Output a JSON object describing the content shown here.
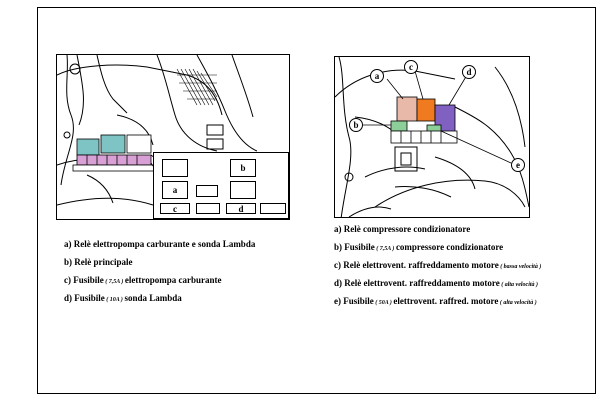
{
  "figure_left": {
    "labels": {
      "a": "a",
      "b": "b",
      "c": "c",
      "d": "d"
    }
  },
  "figure_right": {
    "callouts": {
      "a": "a",
      "b": "b",
      "c": "c",
      "d": "d",
      "e": "e"
    }
  },
  "legend_left": [
    {
      "id": "a",
      "text": "a) Relè elettropompa carburante e sonda Lambda"
    },
    {
      "id": "b",
      "text": "b) Relè principale"
    },
    {
      "id": "c",
      "before": "c) Fusibile",
      "rating": " ( 7,5A ) ",
      "after": "elettropompa carburante"
    },
    {
      "id": "d",
      "before": "d) Fusibile",
      "rating": " ( 10A ) ",
      "after": "sonda Lambda"
    }
  ],
  "legend_right": [
    {
      "id": "a",
      "text": "a) Relè compressore condizionatore"
    },
    {
      "id": "b",
      "before": "b) Fusibile",
      "rating": " ( 7,5A ) ",
      "after": "compressore condizionatore"
    },
    {
      "id": "c",
      "before": "c) Relè elettrovent. raffreddamento motore",
      "rating": " ( bassa velocità )",
      "after": ""
    },
    {
      "id": "d",
      "before": "d)  Relè elettrovent. raffreddamento motore",
      "rating": " ( alta velocità )",
      "after": ""
    },
    {
      "id": "e",
      "before": "e) Fusibile",
      "rating": " ( 50A ) ",
      "after": "elettrovent. raffred. motore",
      "rating2": " ( alta velocità )"
    }
  ],
  "colors": {
    "teal": "#7fc4c4",
    "pink": "#d9a0d6",
    "salmon": "#e8b8a8",
    "orange": "#f07a20",
    "purple": "#8060c0",
    "green": "#8ccf98"
  }
}
